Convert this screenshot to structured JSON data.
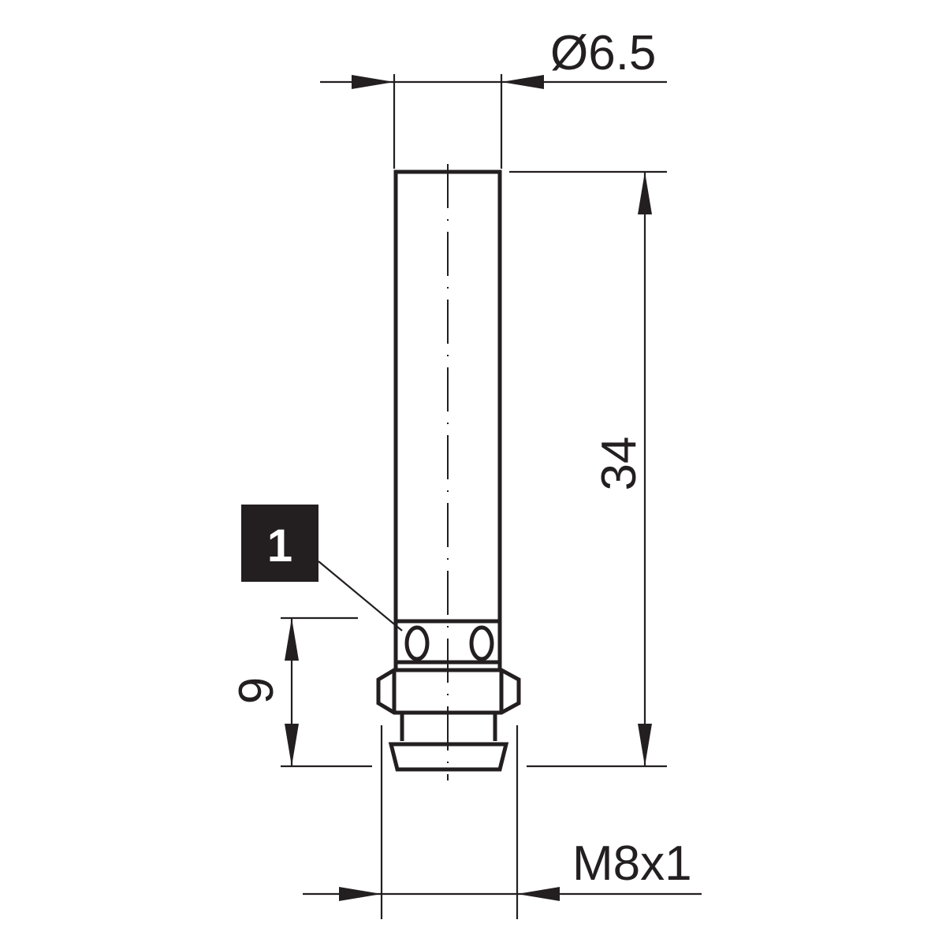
{
  "drawing": {
    "dimensions": {
      "diameter_label": "Ø6.5",
      "length_label": "34",
      "thread_length_label": "9",
      "thread_label": "M8x1"
    },
    "callout": {
      "number": "1"
    },
    "colors": {
      "ink": "#231f20",
      "background": "#ffffff"
    }
  }
}
